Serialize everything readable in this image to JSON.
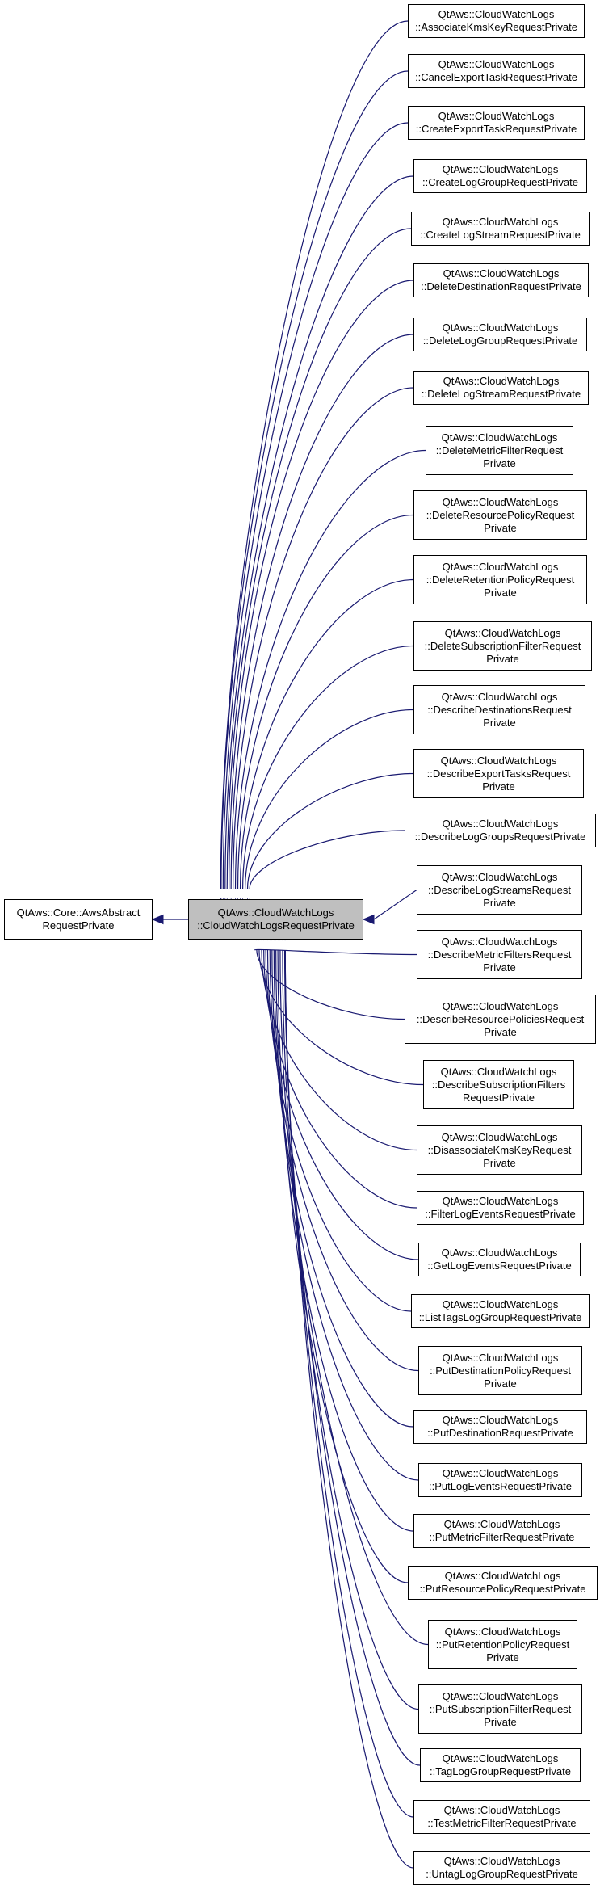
{
  "colors": {
    "edge": "#191970",
    "node_border": "#000000",
    "current_fill": "#bfbfbf"
  },
  "base_class": {
    "lines": [
      "QtAws::Core::AwsAbstract",
      "RequestPrivate"
    ]
  },
  "current_class": {
    "lines": [
      "QtAws::CloudWatchLogs",
      "::CloudWatchLogsRequestPrivate"
    ]
  },
  "derived_classes": [
    {
      "lines": [
        "QtAws::CloudWatchLogs",
        "::AssociateKmsKeyRequestPrivate"
      ]
    },
    {
      "lines": [
        "QtAws::CloudWatchLogs",
        "::CancelExportTaskRequestPrivate"
      ]
    },
    {
      "lines": [
        "QtAws::CloudWatchLogs",
        "::CreateExportTaskRequestPrivate"
      ]
    },
    {
      "lines": [
        "QtAws::CloudWatchLogs",
        "::CreateLogGroupRequestPrivate"
      ]
    },
    {
      "lines": [
        "QtAws::CloudWatchLogs",
        "::CreateLogStreamRequestPrivate"
      ]
    },
    {
      "lines": [
        "QtAws::CloudWatchLogs",
        "::DeleteDestinationRequestPrivate"
      ]
    },
    {
      "lines": [
        "QtAws::CloudWatchLogs",
        "::DeleteLogGroupRequestPrivate"
      ]
    },
    {
      "lines": [
        "QtAws::CloudWatchLogs",
        "::DeleteLogStreamRequestPrivate"
      ]
    },
    {
      "lines": [
        "QtAws::CloudWatchLogs",
        "::DeleteMetricFilterRequest",
        "Private"
      ]
    },
    {
      "lines": [
        "QtAws::CloudWatchLogs",
        "::DeleteResourcePolicyRequest",
        "Private"
      ]
    },
    {
      "lines": [
        "QtAws::CloudWatchLogs",
        "::DeleteRetentionPolicyRequest",
        "Private"
      ]
    },
    {
      "lines": [
        "QtAws::CloudWatchLogs",
        "::DeleteSubscriptionFilterRequest",
        "Private"
      ]
    },
    {
      "lines": [
        "QtAws::CloudWatchLogs",
        "::DescribeDestinationsRequest",
        "Private"
      ]
    },
    {
      "lines": [
        "QtAws::CloudWatchLogs",
        "::DescribeExportTasksRequest",
        "Private"
      ]
    },
    {
      "lines": [
        "QtAws::CloudWatchLogs",
        "::DescribeLogGroupsRequestPrivate"
      ]
    },
    {
      "lines": [
        "QtAws::CloudWatchLogs",
        "::DescribeLogStreamsRequest",
        "Private"
      ]
    },
    {
      "lines": [
        "QtAws::CloudWatchLogs",
        "::DescribeMetricFiltersRequest",
        "Private"
      ]
    },
    {
      "lines": [
        "QtAws::CloudWatchLogs",
        "::DescribeResourcePoliciesRequest",
        "Private"
      ]
    },
    {
      "lines": [
        "QtAws::CloudWatchLogs",
        "::DescribeSubscriptionFilters",
        "RequestPrivate"
      ]
    },
    {
      "lines": [
        "QtAws::CloudWatchLogs",
        "::DisassociateKmsKeyRequest",
        "Private"
      ]
    },
    {
      "lines": [
        "QtAws::CloudWatchLogs",
        "::FilterLogEventsRequestPrivate"
      ]
    },
    {
      "lines": [
        "QtAws::CloudWatchLogs",
        "::GetLogEventsRequestPrivate"
      ]
    },
    {
      "lines": [
        "QtAws::CloudWatchLogs",
        "::ListTagsLogGroupRequestPrivate"
      ]
    },
    {
      "lines": [
        "QtAws::CloudWatchLogs",
        "::PutDestinationPolicyRequest",
        "Private"
      ]
    },
    {
      "lines": [
        "QtAws::CloudWatchLogs",
        "::PutDestinationRequestPrivate"
      ]
    },
    {
      "lines": [
        "QtAws::CloudWatchLogs",
        "::PutLogEventsRequestPrivate"
      ]
    },
    {
      "lines": [
        "QtAws::CloudWatchLogs",
        "::PutMetricFilterRequestPrivate"
      ]
    },
    {
      "lines": [
        "QtAws::CloudWatchLogs",
        "::PutResourcePolicyRequestPrivate"
      ]
    },
    {
      "lines": [
        "QtAws::CloudWatchLogs",
        "::PutRetentionPolicyRequest",
        "Private"
      ]
    },
    {
      "lines": [
        "QtAws::CloudWatchLogs",
        "::PutSubscriptionFilterRequest",
        "Private"
      ]
    },
    {
      "lines": [
        "QtAws::CloudWatchLogs",
        "::TagLogGroupRequestPrivate"
      ]
    },
    {
      "lines": [
        "QtAws::CloudWatchLogs",
        "::TestMetricFilterRequestPrivate"
      ]
    },
    {
      "lines": [
        "QtAws::CloudWatchLogs",
        "::UntagLogGroupRequestPrivate"
      ]
    }
  ]
}
